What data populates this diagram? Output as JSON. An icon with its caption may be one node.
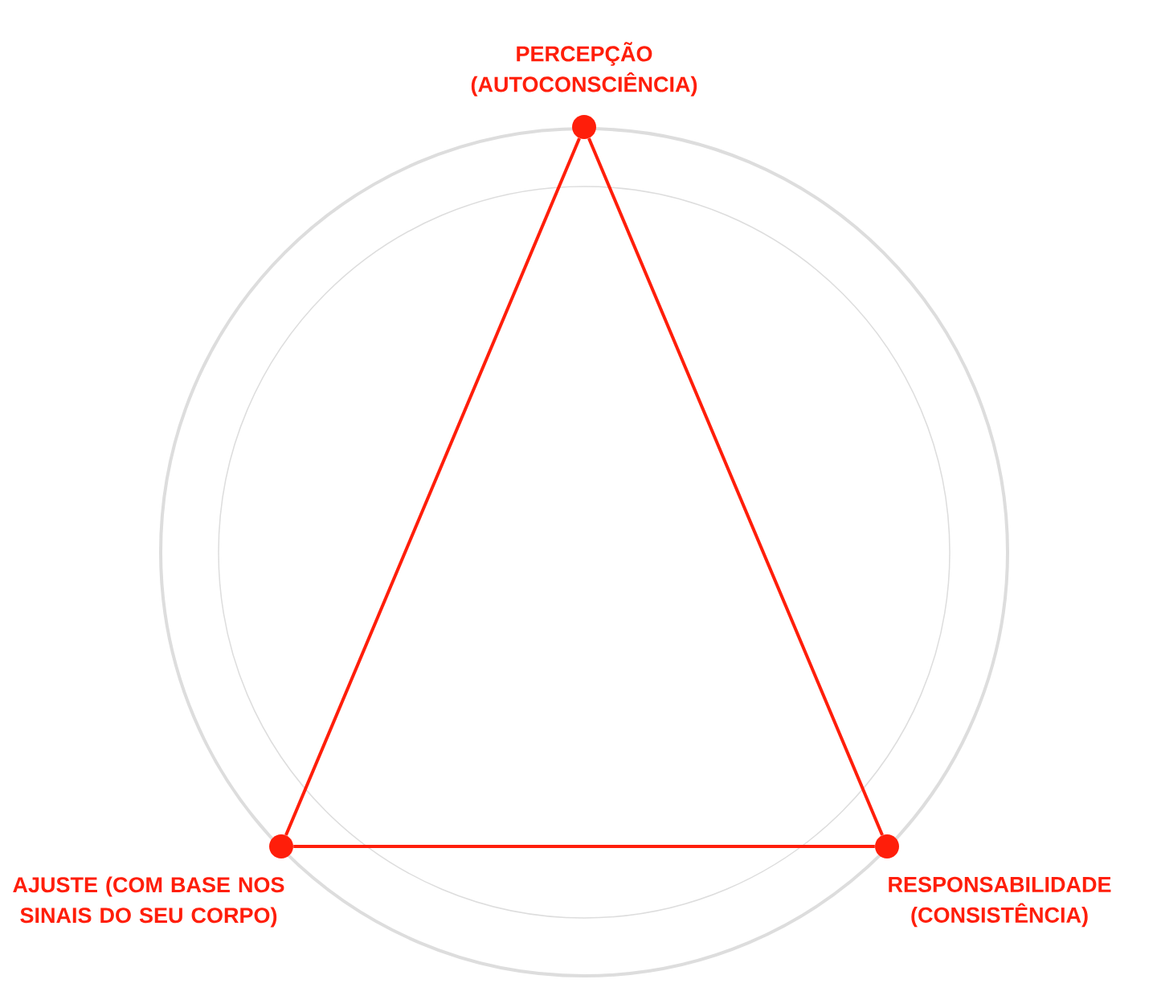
{
  "diagram": {
    "nodes": [
      {
        "text": [],
        "shape": "circle",
        "beside": [
          "PERCEPÇÃO (AUTOCONSCIÊNCIA)"
        ]
      },
      {
        "text": [],
        "shape": "circle",
        "beside": [
          "AJUSTE (COM BASE NOS SINAIS DO SEU CORPO)"
        ]
      },
      {
        "text": [],
        "shape": "circle",
        "beside": [
          "RESPONSABILIDADE (CONSISTÊNCIA)"
        ]
      }
    ],
    "edges": [
      {
        "from": 0,
        "to": 2,
        "arrow": "none"
      },
      {
        "from": 2,
        "to": 1,
        "arrow": "none"
      },
      {
        "from": 1,
        "to": 0,
        "arrow": "none"
      }
    ]
  }
}
